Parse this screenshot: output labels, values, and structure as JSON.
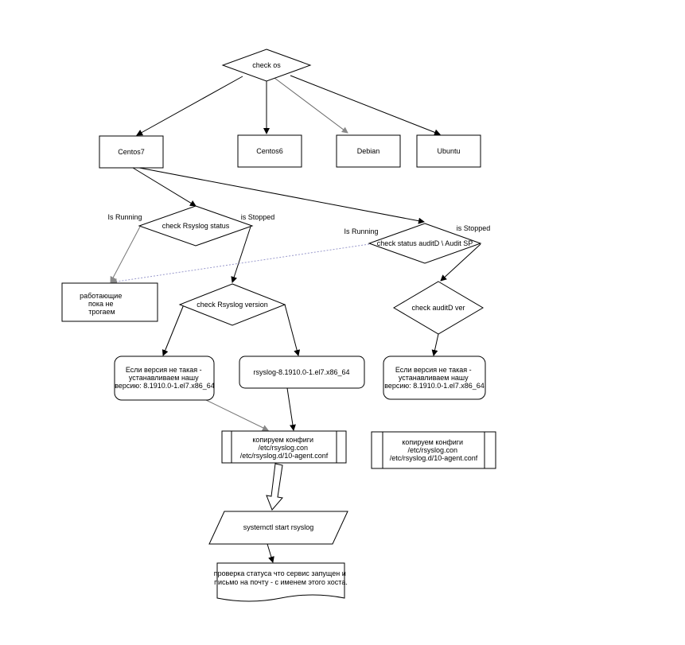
{
  "nodes": {
    "check_os": "check os",
    "centos7": "Centos7",
    "centos6": "Centos6",
    "debian": "Debian",
    "ubuntu": "Ubuntu",
    "check_rsyslog_status": "check Rsyslog status",
    "check_auditd_status": "check status auditD \\ Audit SP",
    "keep_running": [
      "работающие",
      "пока не",
      "трогаем"
    ],
    "check_rsyslog_version": "check Rsyslog version",
    "check_auditd_ver": "check auditD ver",
    "install_left": [
      "Если версия не такая -",
      "устанавливаем нашу",
      "версию: 8.1910.0-1.el7.x86_64"
    ],
    "rsyslog_version": "rsyslog-8.1910.0-1.el7.x86_64",
    "install_right": [
      "Если версия не такая -",
      "устанавливаем нашу",
      "версию: 8.1910.0-1.el7.x86_64"
    ],
    "copy_configs_left": [
      "копируем конфиги",
      "/etc/rsyslog.con",
      "/etc/rsyslog.d/10-agent.conf"
    ],
    "copy_configs_right": [
      "копируем конфиги",
      "/etc/rsyslog.con",
      "/etc/rsyslog.d/10-agent.conf"
    ],
    "systemctl_start": "systemctl start rsyslog",
    "status_check": [
      "проверка статуса что сервис запущен и",
      "письмо на почту - с именем этого хоста."
    ]
  },
  "edge_labels": {
    "rsyslog_running": "Is Running",
    "rsyslog_stopped": "is Stopped",
    "auditd_running": "Is Running",
    "auditd_stopped": "is Stopped"
  }
}
